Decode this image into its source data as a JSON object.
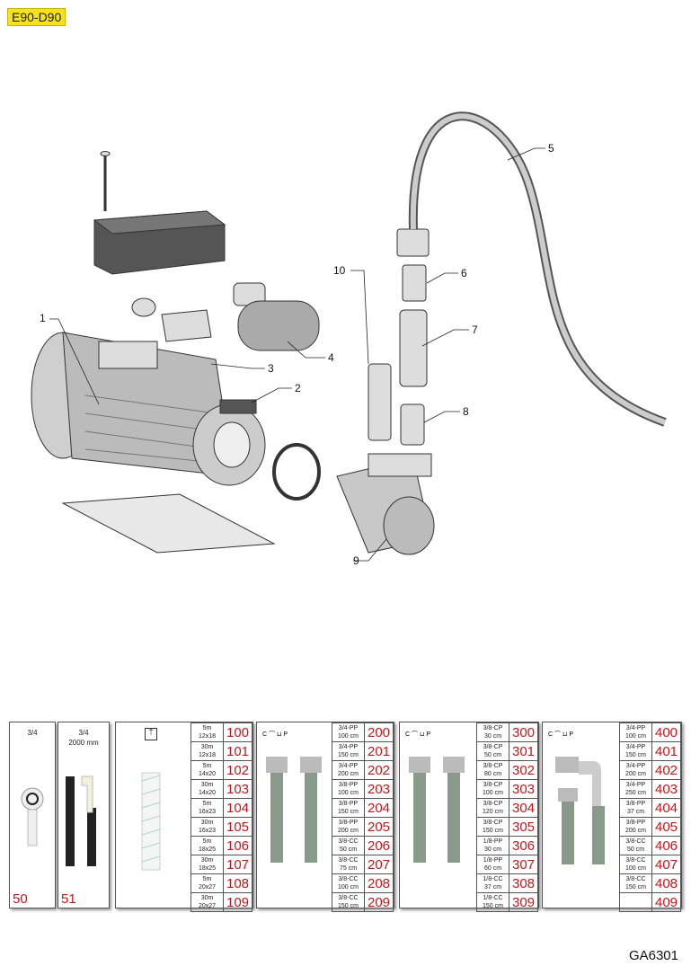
{
  "header": {
    "model_tag": "E90-D90",
    "tag_color": "#f5e21a"
  },
  "callouts": [
    "1",
    "2",
    "3",
    "4",
    "5",
    "6",
    "7",
    "8",
    "9",
    "10"
  ],
  "footer": {
    "drawing_code": "GA6301"
  },
  "accent_color": "#c4161c",
  "panels": [
    {
      "title": "3/4",
      "number": "50"
    },
    {
      "title": "3/4",
      "subtitle": "2000 mm",
      "number": "51"
    },
    {
      "icon": "food-safe-icon",
      "rows": [
        {
          "desc": [
            "5m",
            "12x18"
          ],
          "num": "100"
        },
        {
          "desc": [
            "30m",
            "12x18"
          ],
          "num": "101"
        },
        {
          "desc": [
            "5m",
            "14x20"
          ],
          "num": "102"
        },
        {
          "desc": [
            "30m",
            "14x20"
          ],
          "num": "103"
        },
        {
          "desc": [
            "5m",
            "16x23"
          ],
          "num": "104"
        },
        {
          "desc": [
            "30m",
            "16x23"
          ],
          "num": "105"
        },
        {
          "desc": [
            "5m",
            "18x25"
          ],
          "num": "106"
        },
        {
          "desc": [
            "30m",
            "18x25"
          ],
          "num": "107"
        },
        {
          "desc": [
            "5m",
            "20x27"
          ],
          "num": "108"
        },
        {
          "desc": [
            "30m",
            "20x27"
          ],
          "num": "109"
        }
      ]
    },
    {
      "c_label": "C",
      "p_label": "P",
      "rows": [
        {
          "desc": [
            "3/4-PP",
            "100 cm"
          ],
          "num": "200"
        },
        {
          "desc": [
            "3/4-PP",
            "150 cm"
          ],
          "num": "201"
        },
        {
          "desc": [
            "3/4-PP",
            "200 cm"
          ],
          "num": "202"
        },
        {
          "desc": [
            "3/8-PP",
            "100 cm"
          ],
          "num": "203"
        },
        {
          "desc": [
            "3/8-PP",
            "150 cm"
          ],
          "num": "204"
        },
        {
          "desc": [
            "3/8-PP",
            "200 cm"
          ],
          "num": "205"
        },
        {
          "desc": [
            "3/8-CC",
            "50 cm"
          ],
          "num": "206"
        },
        {
          "desc": [
            "3/8-CC",
            "75 cm"
          ],
          "num": "207"
        },
        {
          "desc": [
            "3/8-CC",
            "100 cm"
          ],
          "num": "208"
        },
        {
          "desc": [
            "3/8-CC",
            "150 cm"
          ],
          "num": "209"
        }
      ]
    },
    {
      "c_label": "C",
      "p_label": "P",
      "rows": [
        {
          "desc": [
            "3/8-CP",
            "30 cm"
          ],
          "num": "300"
        },
        {
          "desc": [
            "3/8-CP",
            "50 cm"
          ],
          "num": "301"
        },
        {
          "desc": [
            "3/8-CP",
            "80 cm"
          ],
          "num": "302"
        },
        {
          "desc": [
            "3/8-CP",
            "100 cm"
          ],
          "num": "303"
        },
        {
          "desc": [
            "3/8-CP",
            "120 cm"
          ],
          "num": "304"
        },
        {
          "desc": [
            "3/8-CP",
            "150 cm"
          ],
          "num": "305"
        },
        {
          "desc": [
            "1/8-PP",
            "30 cm"
          ],
          "num": "306"
        },
        {
          "desc": [
            "1/8-PP",
            "60 cm"
          ],
          "num": "307"
        },
        {
          "desc": [
            "1/8-CC",
            "37 cm"
          ],
          "num": "308"
        },
        {
          "desc": [
            "1/8-CC",
            "150 cm"
          ],
          "num": "309"
        }
      ]
    },
    {
      "c_label": "C",
      "p_label": "P",
      "rows": [
        {
          "desc": [
            "3/4-PP",
            "100 cm"
          ],
          "num": "400"
        },
        {
          "desc": [
            "3/4-PP",
            "150 cm"
          ],
          "num": "401"
        },
        {
          "desc": [
            "3/4-PP",
            "200 cm"
          ],
          "num": "402"
        },
        {
          "desc": [
            "3/4-PP",
            "250 cm"
          ],
          "num": "403"
        },
        {
          "desc": [
            "3/8-PP",
            "37 cm"
          ],
          "num": "404"
        },
        {
          "desc": [
            "3/8-PP",
            "200 cm"
          ],
          "num": "405"
        },
        {
          "desc": [
            "3/8-CC",
            "50 cm"
          ],
          "num": "406"
        },
        {
          "desc": [
            "3/8-CC",
            "100 cm"
          ],
          "num": "407"
        },
        {
          "desc": [
            "3/8-CC",
            "150 cm"
          ],
          "num": "408"
        },
        {
          "desc": [
            "",
            ""
          ],
          "num": "409"
        }
      ]
    }
  ]
}
